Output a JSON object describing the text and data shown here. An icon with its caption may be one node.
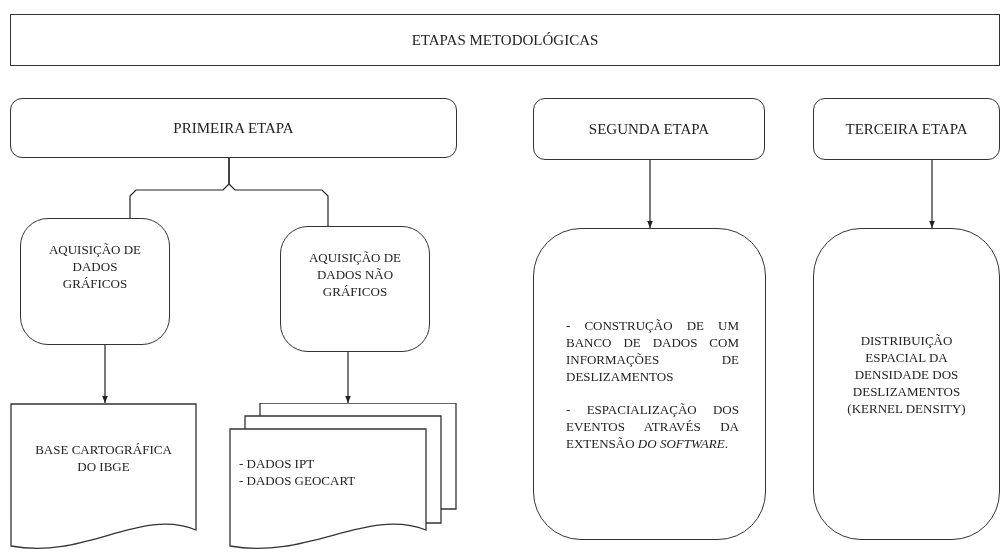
{
  "diagram": {
    "nodes": [
      {
        "text": [
          "ETAPAS METODOLÓGICAS"
        ]
      },
      {
        "text": [
          "PRIMEIRA ETAPA"
        ]
      },
      {
        "text": [
          "SEGUNDA ETAPA"
        ]
      },
      {
        "text": [
          "TERCEIRA ETAPA"
        ]
      },
      {
        "text": [
          "AQUISIÇÃO DE DADOS GRÁFICOS"
        ]
      },
      {
        "text": [
          "AQUISIÇÃO DE DADOS NÃO GRÁFICOS"
        ]
      },
      {
        "text": [
          "BASE CARTOGRÁFICA DO IBGE"
        ]
      },
      {
        "text": [
          "- DADOS IPT",
          "- DADOS GEOCART"
        ]
      },
      {
        "text": [
          "- CONSTRUÇÃO DE UM BANCO DE DADOS COM INFORMAÇÕES DE DESLIZAMENTOS",
          "- ESPACIALIZAÇÃO DOS EVENTOS ATRAVÉS DA EXTENSÃO *DO SOFTWARE*."
        ]
      },
      {
        "text": [
          "DISTRIBUIÇÃO ESPACIAL DA DENSIDADE DOS DESLIZAMENTOS (KERNEL DENSITY)"
        ]
      }
    ],
    "edges": [
      {
        "from": 1,
        "to": 4,
        "arrow": "none"
      },
      {
        "from": 1,
        "to": 5,
        "arrow": "none"
      },
      {
        "from": 4,
        "to": 6,
        "arrow": "to"
      },
      {
        "from": 5,
        "to": 7,
        "arrow": "to"
      },
      {
        "from": 2,
        "to": 8,
        "arrow": "to"
      },
      {
        "from": 3,
        "to": 9,
        "arrow": "to"
      }
    ]
  }
}
